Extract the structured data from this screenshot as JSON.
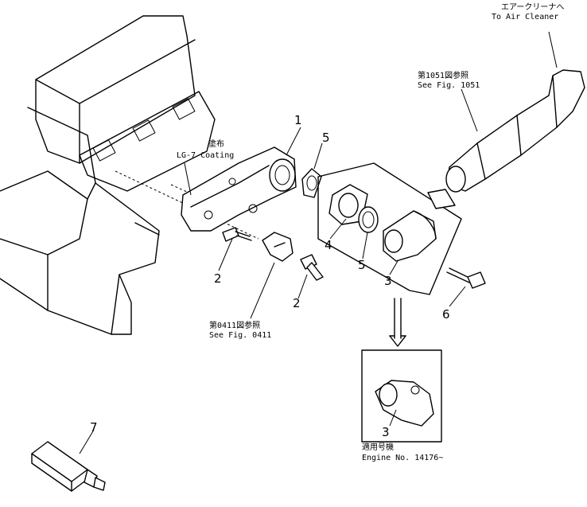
{
  "annotations": {
    "air_cleaner_jp": "エアークリーナへ",
    "air_cleaner_en": "To Air Cleaner",
    "fig1051_jp": "第1051図参照",
    "fig1051_en": "See Fig. 1051",
    "coating_jp": "塗布",
    "coating_en": "LG-7 Coating",
    "fig0411_jp": "第0411図参照",
    "fig0411_en": "See Fig. 0411",
    "engine_jp": "適用号機",
    "engine_en": "Engine No. 14176~"
  },
  "callouts": {
    "c1": "1",
    "c2a": "2",
    "c2b": "2",
    "c3a": "3",
    "c3b": "3",
    "c4": "4",
    "c5a": "5",
    "c5b": "5",
    "c6": "6",
    "c7": "7"
  }
}
